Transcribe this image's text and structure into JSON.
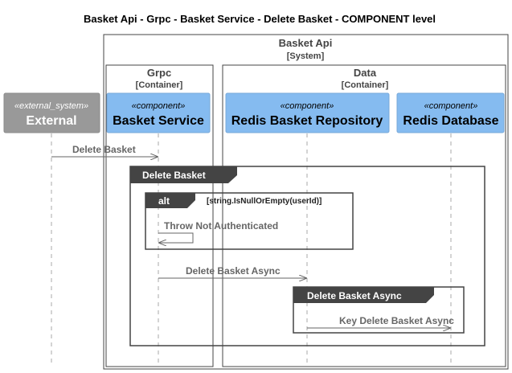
{
  "title": "Basket Api - Grpc - Basket Service - Delete Basket - COMPONENT level",
  "boundaries": {
    "system": {
      "name": "Basket Api",
      "kind": "[System]"
    },
    "grpc": {
      "name": "Grpc",
      "kind": "[Container]"
    },
    "data": {
      "name": "Data",
      "kind": "[Container]"
    }
  },
  "participants": {
    "external": {
      "stereotype": "«external_system»",
      "name": "External"
    },
    "basket_service": {
      "stereotype": "«component»",
      "name": "Basket Service"
    },
    "redis_repo": {
      "stereotype": "«component»",
      "name": "Redis Basket Repository"
    },
    "redis_db": {
      "stereotype": "«component»",
      "name": "Redis Database"
    }
  },
  "frames": {
    "delete_basket": {
      "label": "Delete Basket"
    },
    "alt": {
      "label": "alt",
      "guard": "[string.IsNullOrEmpty(userId)]"
    },
    "delete_basket_async": {
      "label": "Delete Basket Async"
    }
  },
  "messages": {
    "delete_basket": "Delete Basket",
    "throw_not_authenticated": "Throw Not Authenticated",
    "delete_basket_async": "Delete Basket Async",
    "key_delete_basket_async": "Key Delete Basket Async"
  },
  "colors": {
    "external_fill": "#999999",
    "component_fill": "#85BBF0",
    "frame_header": "#444444",
    "boundary": "#444444"
  }
}
